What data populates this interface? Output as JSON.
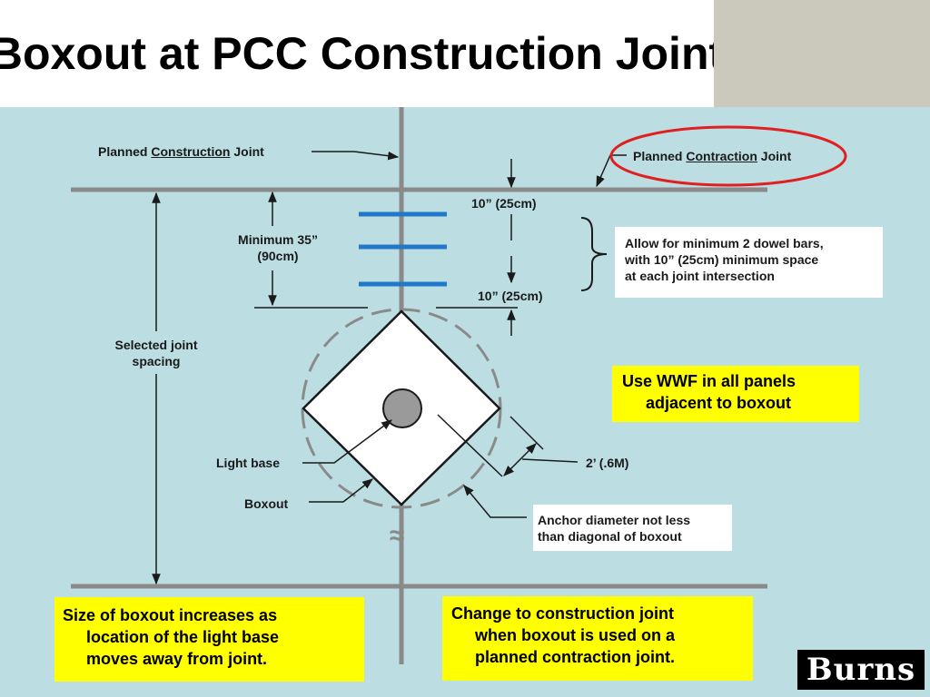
{
  "title": "Boxout at PCC Construction Joint",
  "labels": {
    "planned_construction_pre": "Planned ",
    "planned_construction_key": "Construction",
    "planned_construction_post": " Joint",
    "planned_contraction_pre": "Planned ",
    "planned_contraction_key": "Contraction",
    "planned_contraction_post": " Joint",
    "dim_top": "10” (25cm)",
    "dim_bottom": "10” (25cm)",
    "minimum_line1": "Minimum 35”",
    "minimum_line2": "(90cm)",
    "selected_line1": "Selected joint",
    "selected_line2": "spacing",
    "light_base": "Light base",
    "boxout": "Boxout",
    "two_feet": "2’ (.6M)",
    "approx": "≈"
  },
  "notes": {
    "dowel_line1": "Allow for minimum 2 dowel bars,",
    "dowel_line2": "with 10” (25cm) minimum space",
    "dowel_line3": "at each joint intersection",
    "anchor_line1": "Anchor diameter not less",
    "anchor_line2": "than diagonal of boxout",
    "wwf_line1": "Use WWF in all panels",
    "wwf_line2": "adjacent to boxout",
    "size_line1": "Size of boxout increases as",
    "size_line2": "location of the light base",
    "size_line3": "moves away from joint.",
    "change_line1": "Change to construction joint",
    "change_line2": "when boxout is used on a",
    "change_line3": "planned contraction joint."
  },
  "logo": "Burns",
  "colors": {
    "panel": "#bcdee3",
    "corner": "#cbc8bc",
    "dowel": "#1f78c8",
    "highlight_ellipse": "#e02020",
    "note_yellow": "#ffff00",
    "joint_line": "#8a8a8a",
    "light_base": "#9a9a9a"
  }
}
